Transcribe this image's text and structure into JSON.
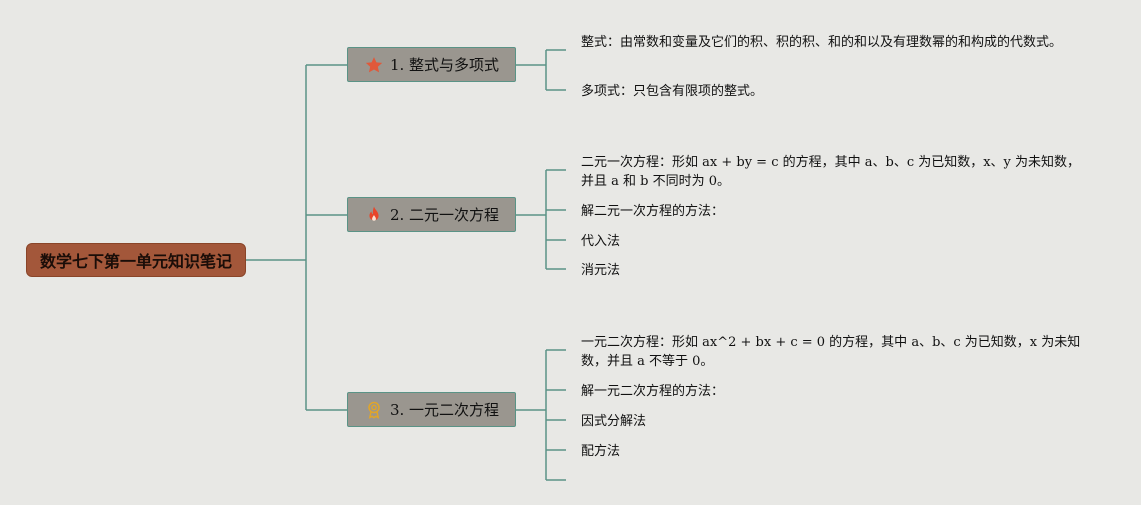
{
  "root": {
    "label": "数学七下第一单元知识笔记"
  },
  "topics": [
    {
      "label": "1. 整式与多项式",
      "icon": "star-icon",
      "icon_color": "#e0593a",
      "items": [
        "整式：由常数和变量及它们的积、积的积、和的和以及有理数幂的和构成的代数式。",
        "多项式：只包含有限项的整式。"
      ]
    },
    {
      "label": "2. 二元一次方程",
      "icon": "fire-icon",
      "icon_color": "#e8452a",
      "items": [
        "二元一次方程：形如 ax + by = c 的方程，其中 a、b、c 为已知数，x、y 为未知数，并且 a 和 b 不同时为 0。",
        "解二元一次方程的方法：",
        "代入法",
        "消元法"
      ]
    },
    {
      "label": "3. 一元二次方程",
      "icon": "award-ribbon-icon",
      "icon_color": "#e0a52a",
      "items": [
        "一元二次方程：形如 ax^2 + bx + c = 0 的方程，其中 a、b、c 为已知数，x 为未知数，并且 a 不等于 0。",
        "解一元二次方程的方法：",
        "因式分解法",
        "配方法",
        ""
      ]
    }
  ],
  "colors": {
    "connector": "#5a9386",
    "root_fill": "#a3573a",
    "topic_fill": "#9a968f",
    "background": "#e8e8e5"
  }
}
